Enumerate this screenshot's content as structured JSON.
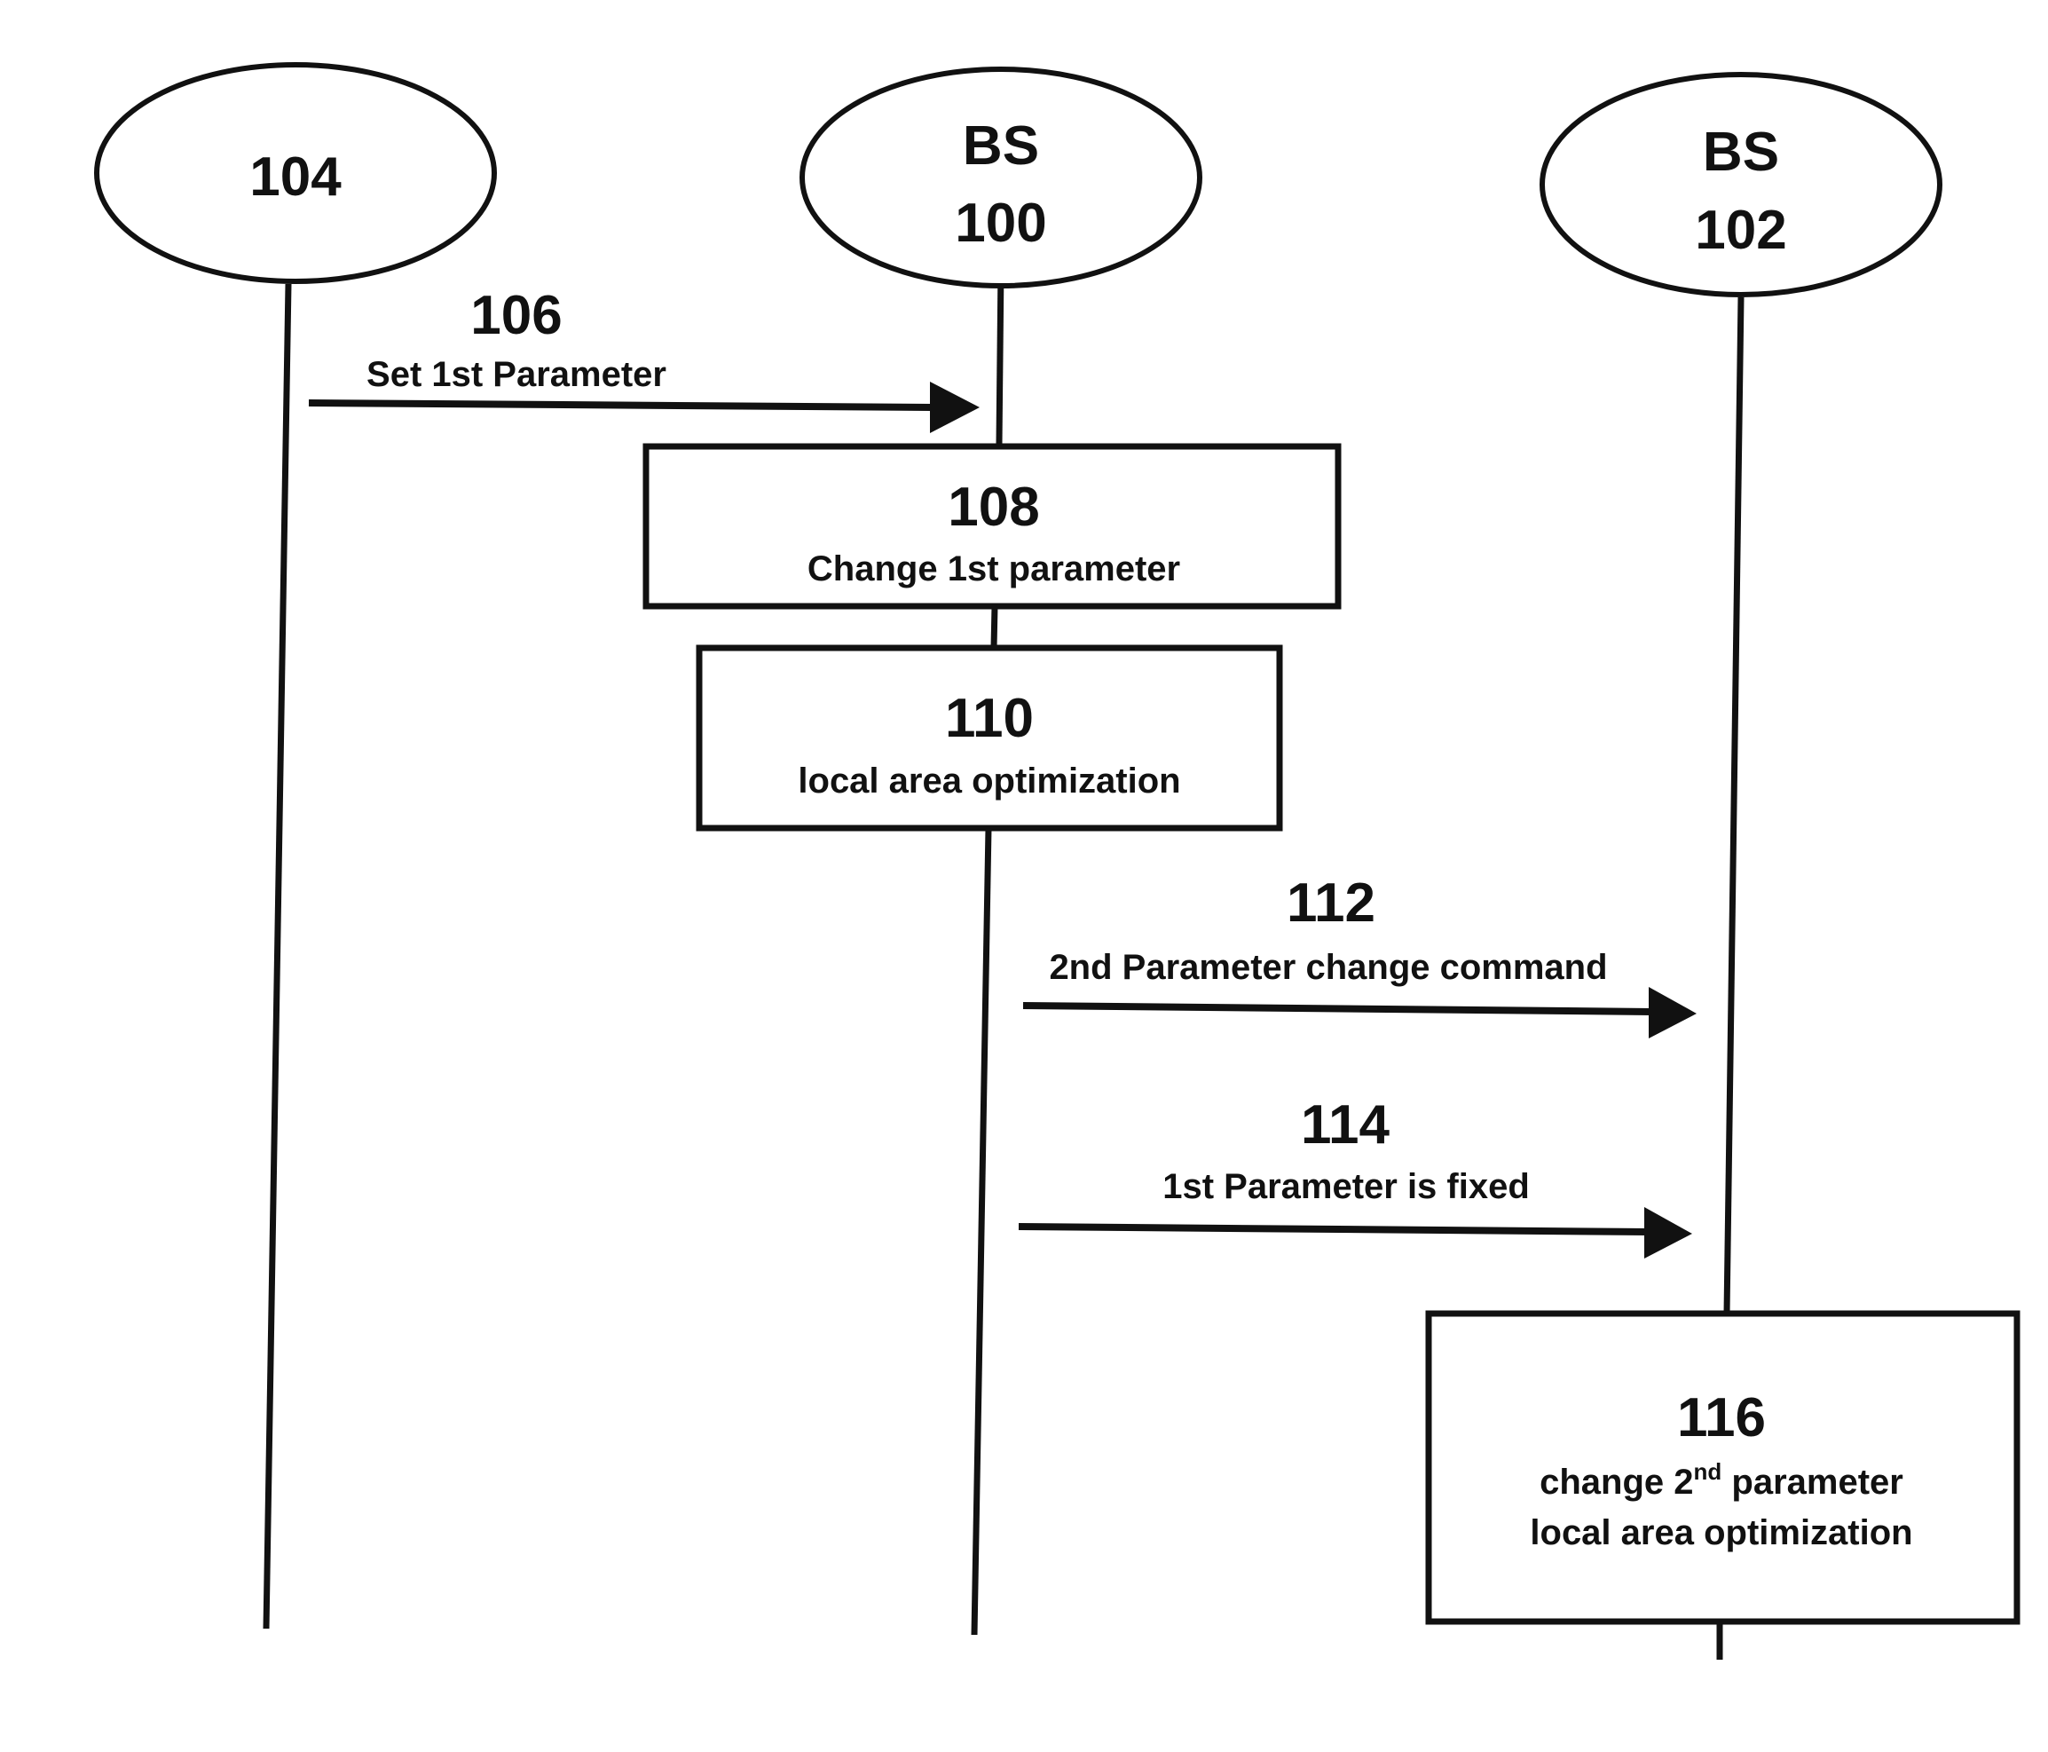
{
  "entities": [
    {
      "id": "104",
      "line1": "",
      "line2": "104"
    },
    {
      "id": "100",
      "line1": "BS",
      "line2": "100"
    },
    {
      "id": "102",
      "line1": "BS",
      "line2": "102"
    }
  ],
  "messages": [
    {
      "number": "106",
      "label": "Set 1st Parameter"
    },
    {
      "number": "112",
      "label": "2nd Parameter change command"
    },
    {
      "number": "114",
      "label": "1st Parameter is fixed"
    }
  ],
  "steps": [
    {
      "number": "108",
      "line1": "Change 1st parameter"
    },
    {
      "number": "110",
      "line1": "local area optimization"
    },
    {
      "number": "116",
      "line1_prefix": "change 2",
      "line1_sup": "nd",
      "line1_suffix": " parameter",
      "line2": "local area optimization"
    }
  ]
}
